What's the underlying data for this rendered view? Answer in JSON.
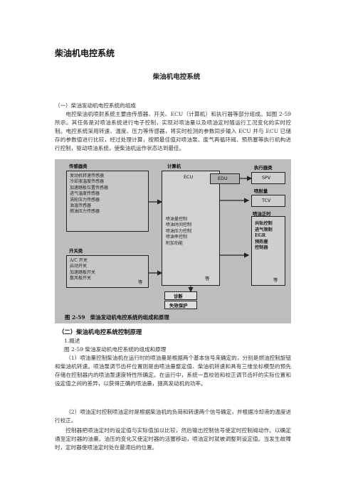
{
  "doc_title": "柴油机电控系统",
  "center_title": "柴油机电控系统",
  "section1_heading": "（一）柴油发动机电控系统的组成",
  "section1_body": "电控柴油机喷射系统主要由传感器、开关、ECU（计算机）和执行器等部分组成。如图 2-59 所示。其任务是对喷油系统进行电子控制，实现对喷油量以及喷油定时随运行工况变化的实时控制。电控系统采用转速、温度、压力等传感器，将实时检测的参数同步输入 ECU 并与 ECU 已储存的参数值进行比较，经过处理计算，按照最佳值对喷油泵、废气再循环阀、预热塞等执行机构进行控制，驱动喷油系统，使柴油机运作状态达到最佳。",
  "figure": {
    "sensors_title": "传感器类",
    "sensor_items": [
      "发动机转速传感器",
      "冷却液温度传感器",
      "加速踏板位置传感器",
      "进气温度传感器",
      "涡轮压力传感器",
      "油温传感器",
      "燃油压力传感器"
    ],
    "switches_title": "开关类",
    "switch_items": [
      "A/C 开关",
      "启动开关",
      "加速踏板开关",
      "散风板开关"
    ],
    "etc_label": "等",
    "computer_title": "计算机",
    "ecu_label": "ECU",
    "computer_items": [
      "喷油量控制",
      "喷油时间控制",
      "喷油压力控制",
      "喷油率控制",
      "附加功能"
    ],
    "edu_label": "EDU",
    "actuators_title": "执行器类",
    "spv_label": "SPV",
    "injection_qty_label": "喷射量",
    "tcv_label": "TCV",
    "injection_timing_label": "喷油正时",
    "other_items": [
      "共轨控制",
      "进气限制",
      "EGR",
      "预热塞",
      "控制器"
    ],
    "diagnosis_label": "诊断",
    "failsafe_label": "失效保护",
    "caption": "图 2-59　柴油发动机电控系统的组成和原理"
  },
  "section2_heading": "（二）柴油机电控系统控制原理",
  "overview_label": "1.概述",
  "fig_ref": "图 2-59 柴油发动机电控系统的组成和原理",
  "para_1": "（1）喷油量控制柴油机在运行时的喷油量是根据两个基本信号来确定的，分别是燃油控制旋钮和柴油机转速。喷油泵调节齿杆位置则是由喷油量整定值、柴油机转速和具有三维坐标模型的预先存储在控制器内的喷油泵速度特性所确定。在运行中，系统一直校验和校正调节齿杆的实际位置和设定值之间的差异，以获得正确的喷油量，提高发动机的功率。",
  "para_2": "（2）喷油定时控制喷油定时是根据柴油机的负荷和转速两个信号确定，并根据冷却液的温度进行校正。",
  "para_3": "控制器把喷油定时的设定值与实际值加以比较，然后输出控制信号使定时控制阀动作。以确定通至定时器的油量。油压的变化又使定时器的活塞移动，喷油定时就被调整到设定值。当发生故障时，定时器使喷油定时处在最滞后的位置。"
}
